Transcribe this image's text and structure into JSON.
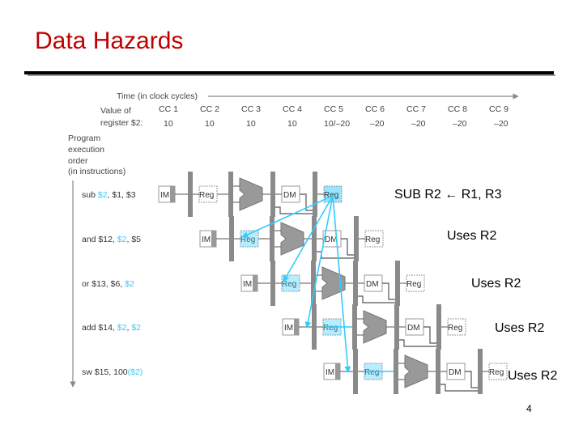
{
  "slide": {
    "title": "Data Hazards",
    "page_number": "4"
  },
  "figure": {
    "time_label": "Time (in clock cycles)",
    "value_label_1": "Value of",
    "value_label_2": "register $2:",
    "clock_cycles": [
      "CC 1",
      "CC 2",
      "CC 3",
      "CC 4",
      "CC 5",
      "CC 6",
      "CC 7",
      "CC 8",
      "CC 9"
    ],
    "register_values": [
      "10",
      "10",
      "10",
      "10",
      "10/–20",
      "–20",
      "–20",
      "–20",
      "–20"
    ],
    "order_label": [
      "Program",
      "execution",
      "order",
      "(in instructions)"
    ],
    "instructions": [
      {
        "parts": [
          {
            "t": "sub ",
            "c": "#333333"
          },
          {
            "t": "$2",
            "c": "#33ccff"
          },
          {
            "t": ", $1, $3",
            "c": "#333333"
          }
        ]
      },
      {
        "parts": [
          {
            "t": "and $12, ",
            "c": "#333333"
          },
          {
            "t": "$2",
            "c": "#33ccff"
          },
          {
            "t": ", $5",
            "c": "#333333"
          }
        ]
      },
      {
        "parts": [
          {
            "t": "or $13, $6, ",
            "c": "#333333"
          },
          {
            "t": "$2",
            "c": "#33ccff"
          }
        ]
      },
      {
        "parts": [
          {
            "t": "add $14, ",
            "c": "#333333"
          },
          {
            "t": "$2",
            "c": "#33ccff"
          },
          {
            "t": ", ",
            "c": "#333333"
          },
          {
            "t": "$2",
            "c": "#33ccff"
          }
        ]
      },
      {
        "parts": [
          {
            "t": "sw $15, 100",
            "c": "#333333"
          },
          {
            "t": "($2)",
            "c": "#33ccff"
          }
        ]
      }
    ],
    "stage_labels": {
      "im": "IM",
      "reg": "Reg",
      "dm": "DM"
    }
  },
  "callouts": {
    "sub": "SUB  R2 ← R1, R3",
    "uses_1": "Uses  R2",
    "uses_2": "Uses  R2",
    "uses_3": "Uses  R2",
    "uses_4": "Uses  R2"
  },
  "colors": {
    "title": "#c00000",
    "highlight": "#33ccff",
    "pipeline_gray": "#8a8a8a"
  }
}
